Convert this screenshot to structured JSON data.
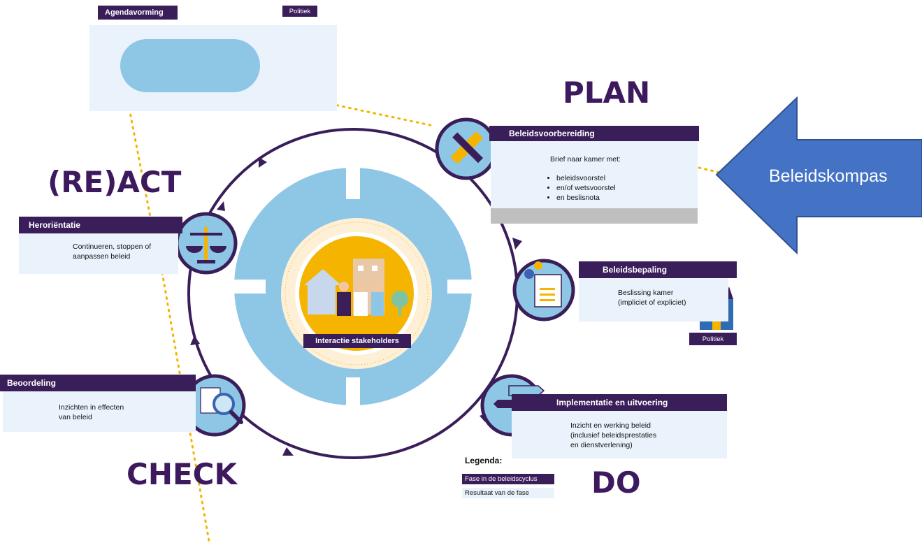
{
  "top_panel": {
    "title": "Agendavorming",
    "tag": "Politiek"
  },
  "phases": {
    "plan": "PLAN",
    "react": "(RE)ACT",
    "check": "CHECK",
    "do": "DO"
  },
  "beleidsvoorbereiding": {
    "title": "Beleidsvoorbereiding",
    "intro": "Brief naar kamer met:",
    "items": [
      "beleidsvoorstel",
      "en/of wetsvoorstel",
      "en beslisnota"
    ]
  },
  "beleidsbepaling": {
    "title": "Beleidsbepaling",
    "line1": "Beslissing kamer",
    "line2": "(impliciet of expliciet)",
    "tag": "Politiek"
  },
  "implementatie": {
    "title": "Implementatie en uitvoering",
    "line1": "Inzicht en werking beleid",
    "line2": "(inclusief beleidsprestaties",
    "line3": "en dienstverlening)"
  },
  "beoordeling": {
    "title": "Beoordeling",
    "line1": "Inzichten in effecten",
    "line2": "van beleid"
  },
  "heroriëntatie": {
    "title": "Heroriëntatie",
    "line1": "Continueren, stoppen of",
    "line2": "aanpassen  beleid"
  },
  "center": {
    "label": "Interactie stakeholders"
  },
  "beleidskompas": {
    "label": "Beleidskompas"
  },
  "legend": {
    "title": "Legenda:",
    "phase": "Fase in de beleidscyclus",
    "result": "Resultaat van de fase"
  },
  "colors": {
    "purple": "#3a1e5a",
    "light_blue": "#eaf3fb",
    "mid_blue": "#8ec6e6",
    "arrow_blue": "#4472c4",
    "orange": "#f5b400"
  }
}
